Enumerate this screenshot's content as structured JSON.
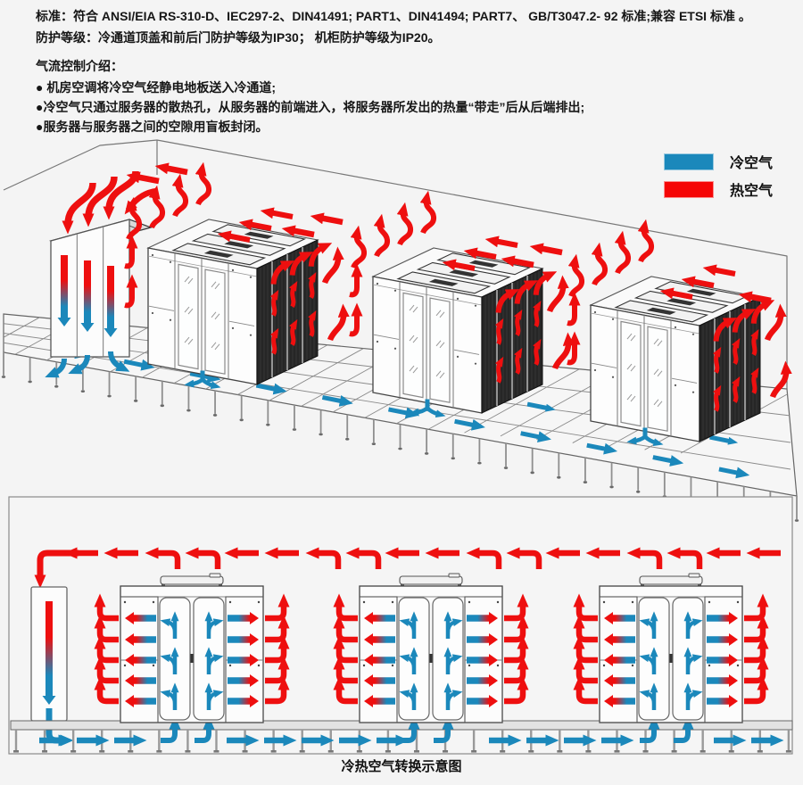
{
  "header": {
    "line1": "标准：符合 ANSI/EIA RS-310-D、IEC297-2、DIN41491; PART1、DIN41494; PART7、 GB/T3047.2- 92 标准;兼容 ETSI 标准 。",
    "line2": "防护等级：冷通道顶盖和前后门防护等级为IP30； 机柜防护等级为IP20。",
    "intro_title": "气流控制介绍：",
    "bullets": [
      "● 机房空调将冷空气经静电地板送入冷通道;",
      "●冷空气只通过服务器的散热孔，从服务器的前端进入，将服务器所发出的热量“带走”后从后端排出;",
      "●服务器与服务器之间的空隙用盲板封闭。"
    ]
  },
  "legend": {
    "items": [
      {
        "label": "冷空气",
        "color": "#1b88bb"
      },
      {
        "label": "热空气",
        "color": "#f50505"
      }
    ]
  },
  "caption": "冷热空气转换示意图",
  "colors": {
    "bg": "#f4f4f4",
    "cold": "#1b88bb",
    "hot": "#ee0f0f",
    "outline": "#5a5a5a",
    "wall": "#777777",
    "panel_fill": "#fcfcfc",
    "mesh": "#262626",
    "floor_line": "#666666",
    "pedestal": "#999999"
  }
}
